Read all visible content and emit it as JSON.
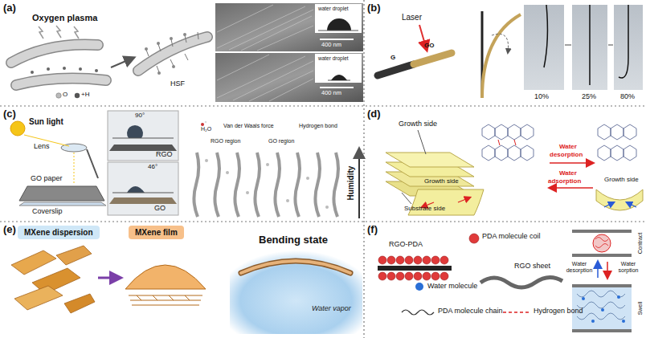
{
  "diagram": {
    "nodes": [
      {
        "text": [
          "(a)"
        ]
      },
      {
        "text": [
          "(b)"
        ]
      },
      {
        "text": [
          "(c)"
        ]
      },
      {
        "text": [
          "(d)"
        ]
      },
      {
        "text": [
          "(e)"
        ]
      },
      {
        "text": [
          "(f)"
        ]
      },
      {
        "text": [
          "MXene dispersion"
        ],
        "in": 4
      },
      {
        "text": [
          "MXene film"
        ],
        "in": 4
      }
    ],
    "labels": [
      "Oxygen plasma",
      "O",
      "+H",
      "HSF",
      "water droplet",
      "water droplet",
      "400 nm",
      "400 nm",
      "Laser",
      "G",
      "GO",
      "10%",
      "25%",
      "80%",
      "Sun light",
      "Lens",
      "GO paper",
      "Coverslip",
      "90°",
      "RGO",
      "46°",
      "GO",
      "H₂O",
      "Van der Waals force",
      "Hydrogen bond",
      "RGO region",
      "GO region",
      "Humidity",
      "Growth side",
      "Substrate side",
      "Water",
      "desorption",
      "Water",
      "adsorption",
      "Growth side",
      "Growth side",
      "Bending state",
      "Water vapor",
      "RGO-PDA",
      "PDA molecule coil",
      "RGO sheet",
      "Water molecule",
      "PDA molecule chain",
      "Hydrogen bond",
      "Contract",
      "Water desorption",
      "Water sorption",
      "Swell"
    ]
  }
}
